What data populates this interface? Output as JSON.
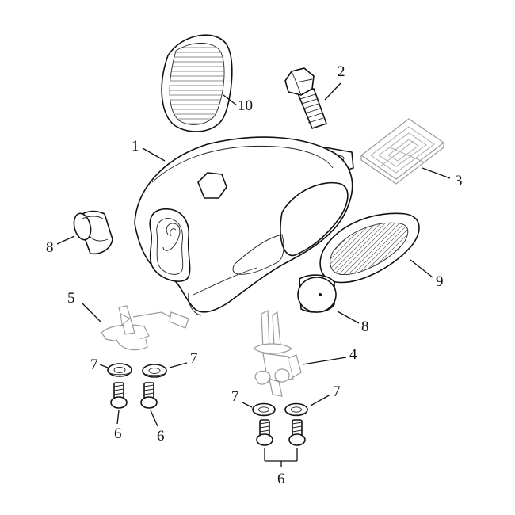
{
  "callouts": {
    "c1": "1",
    "c2": "2",
    "c3": "3",
    "c4": "4",
    "c5": "5",
    "c6a": "6",
    "c6b": "6",
    "c6c": "6",
    "c7a": "7",
    "c7b": "7",
    "c7c": "7",
    "c7d": "7",
    "c8a": "8",
    "c8b": "8",
    "c9": "9",
    "c10": "10"
  }
}
